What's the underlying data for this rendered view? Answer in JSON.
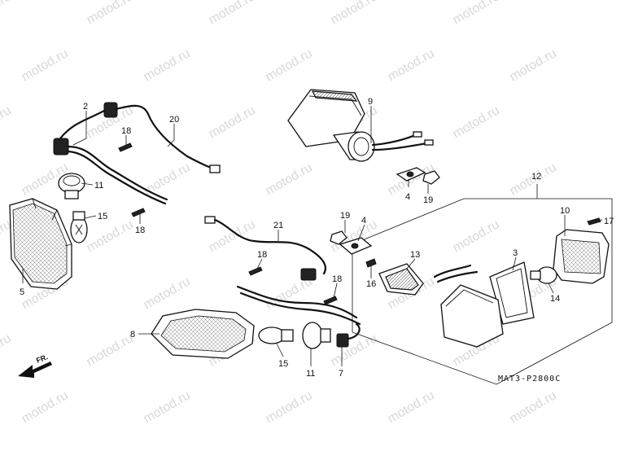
{
  "diagram": {
    "code": "MAT3-P2800C",
    "direction_label": "FR.",
    "watermark": "motod.ru",
    "callouts": {
      "p2": "2",
      "p20": "20",
      "p18a": "18",
      "p11a": "11",
      "p15a": "15",
      "p18b": "18",
      "p5": "5",
      "p9": "9",
      "p4a": "4",
      "p19a": "19",
      "p12": "12",
      "p10": "10",
      "p17": "17",
      "p21": "21",
      "p19b": "19",
      "p4b": "4",
      "p18c": "18",
      "p18d": "18",
      "p13": "13",
      "p3": "3",
      "p16": "16",
      "p14": "14",
      "p8": "8",
      "p15b": "15",
      "p11b": "11",
      "p7": "7"
    }
  }
}
